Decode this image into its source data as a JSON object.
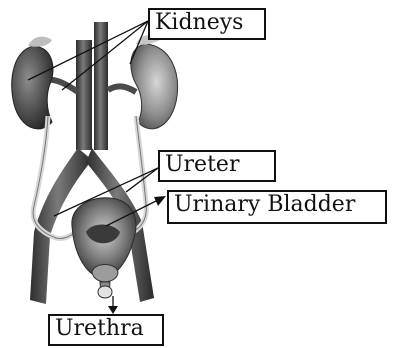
{
  "labels": {
    "kidneys": "Kidneys",
    "ureter": "Ureter",
    "urinary_bladder": "Urinary Bladder",
    "urethra": "Urethra"
  },
  "colors": {
    "kidney_left": "#5a5a5a",
    "kidney_right": "#9a9a9a",
    "vessel": "#3f3f3f",
    "ureter": "#cfcfcf",
    "bladder": "#8a8a8a",
    "line": "#111111"
  }
}
